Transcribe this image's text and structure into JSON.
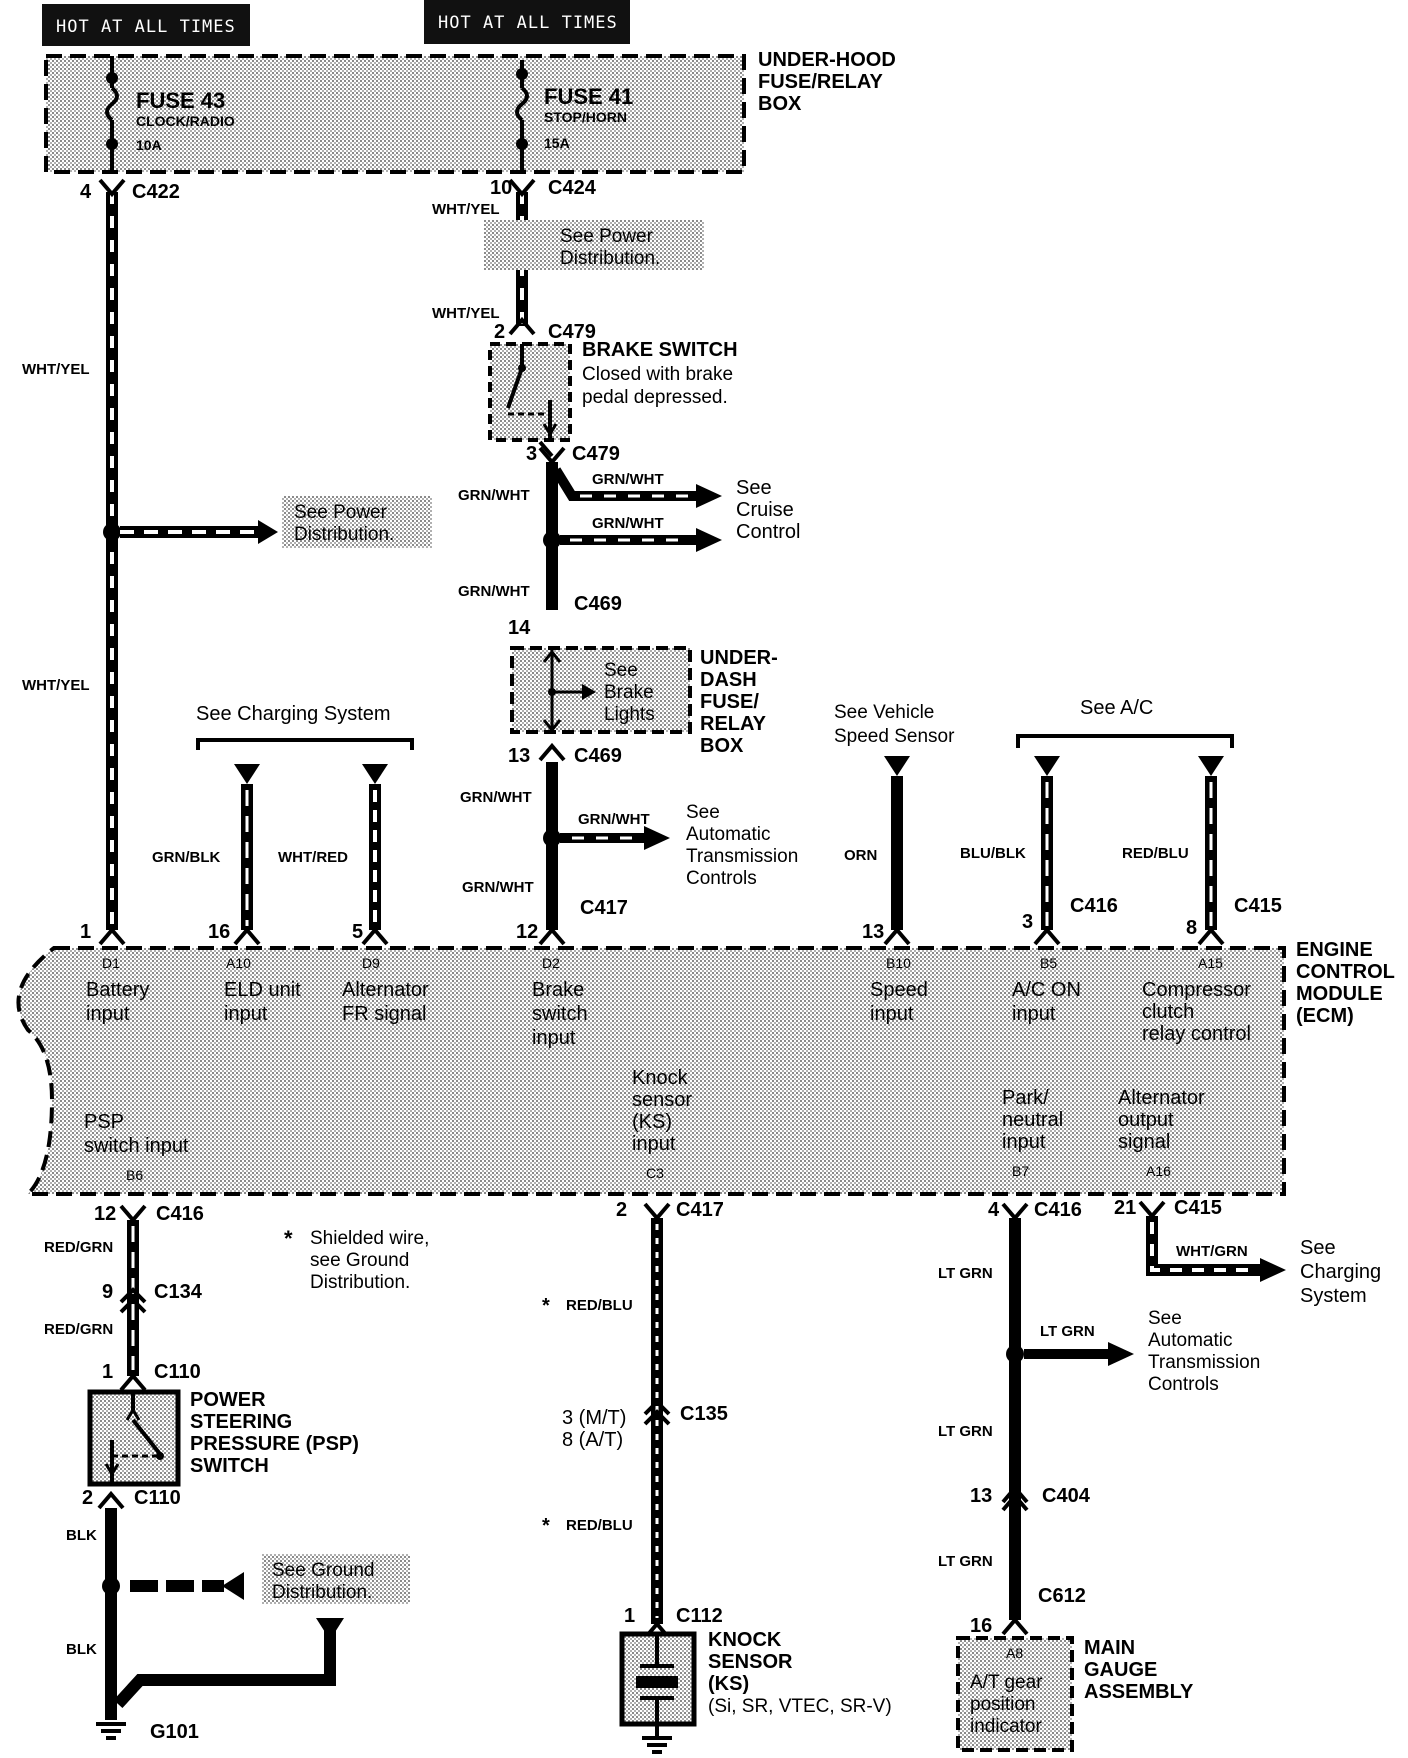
{
  "hot_left": "HOT AT ALL TIMES",
  "hot_right": "HOT AT ALL TIMES",
  "fusebox": {
    "title": [
      "UNDER-HOOD",
      "FUSE/RELAY",
      "BOX"
    ]
  },
  "fuse43": {
    "name": "FUSE 43",
    "desc": "CLOCK/RADIO",
    "amp": "10A"
  },
  "fuse41": {
    "name": "FUSE 41",
    "desc": "STOP/HORN",
    "amp": "15A"
  },
  "connectors": {
    "c422": "C422",
    "c424": "C424",
    "c479": "C479",
    "c469": "C469",
    "c417": "C417",
    "c416": "C416",
    "c415": "C415",
    "c134": "C134",
    "c110": "C110",
    "c135": "C135",
    "c112": "C112",
    "c404": "C404",
    "c612": "C612",
    "g101": "G101"
  },
  "pins": {
    "p4": "4",
    "p10": "10",
    "p2": "2",
    "p3": "3",
    "p14": "14",
    "p13": "13",
    "p1": "1",
    "p16": "16",
    "p5": "5",
    "p12": "12",
    "p8": "8",
    "p9": "9",
    "p21": "21",
    "p135": [
      "3 (M/T)",
      "8 (A/T)"
    ]
  },
  "wires": {
    "wht_yel": "WHT/YEL",
    "grn_wht": "GRN/WHT",
    "grn_blk": "GRN/BLK",
    "wht_red": "WHT/RED",
    "orn": "ORN",
    "blu_blk": "BLU/BLK",
    "red_blu": "RED/BLU",
    "red_grn": "RED/GRN",
    "blk": "BLK",
    "lt_grn": "LT GRN",
    "wht_grn": "WHT/GRN"
  },
  "refs": {
    "power_dist": [
      "See Power",
      "Distribution."
    ],
    "cruise": [
      "See",
      "Cruise",
      "Control"
    ],
    "brake_lights": [
      "See",
      "Brake",
      "Lights"
    ],
    "atc": [
      "See",
      "Automatic",
      "Transmission",
      "Controls"
    ],
    "charging_top": "See Charging System",
    "vss": [
      "See Vehicle",
      "Speed Sensor"
    ],
    "ac": "See A/C",
    "charging_right": [
      "See",
      "Charging",
      "System"
    ],
    "ground": [
      "See Ground",
      "Distribution."
    ],
    "shield_note": [
      "Shielded wire,",
      "see Ground",
      "Distribution."
    ]
  },
  "brake_switch": {
    "title": "BRAKE SWITCH",
    "desc": [
      "Closed with brake",
      "pedal depressed."
    ]
  },
  "underdash": [
    "UNDER-",
    "DASH",
    "FUSE/",
    "RELAY",
    "BOX"
  ],
  "ecm": {
    "title": [
      "ENGINE",
      "CONTROL",
      "MODULE",
      "(ECM)"
    ],
    "term_d1": [
      "D1",
      "Battery",
      "input"
    ],
    "term_a10": [
      "A10",
      "ELD unit",
      "input"
    ],
    "term_d9": [
      "D9",
      "Alternator",
      "FR signal"
    ],
    "term_d2": [
      "D2",
      "Brake",
      "switch",
      "input"
    ],
    "term_b10": [
      "B10",
      "Speed",
      "input"
    ],
    "term_b5": [
      "B5",
      "A/C ON",
      "input"
    ],
    "term_a15": [
      "A15",
      "Compressor",
      "clutch",
      "relay control"
    ],
    "term_b6": [
      "PSP",
      "switch input",
      "B6"
    ],
    "term_c3": [
      "Knock",
      "sensor",
      "(KS)",
      "input",
      "C3"
    ],
    "term_b7": [
      "Park/",
      "neutral",
      "input",
      "B7"
    ],
    "term_a16": [
      "Alternator",
      "output",
      "signal",
      "A16"
    ]
  },
  "psp": [
    "POWER",
    "STEERING",
    "PRESSURE (PSP)",
    "SWITCH"
  ],
  "knock": [
    "KNOCK",
    "SENSOR",
    "(KS)",
    "(Si, SR, VTEC, SR-V)"
  ],
  "gauge": {
    "title": [
      "MAIN",
      "GAUGE",
      "ASSEMBLY"
    ],
    "pin": "A8",
    "desc": [
      "A/T gear",
      "position",
      "indicator"
    ]
  }
}
